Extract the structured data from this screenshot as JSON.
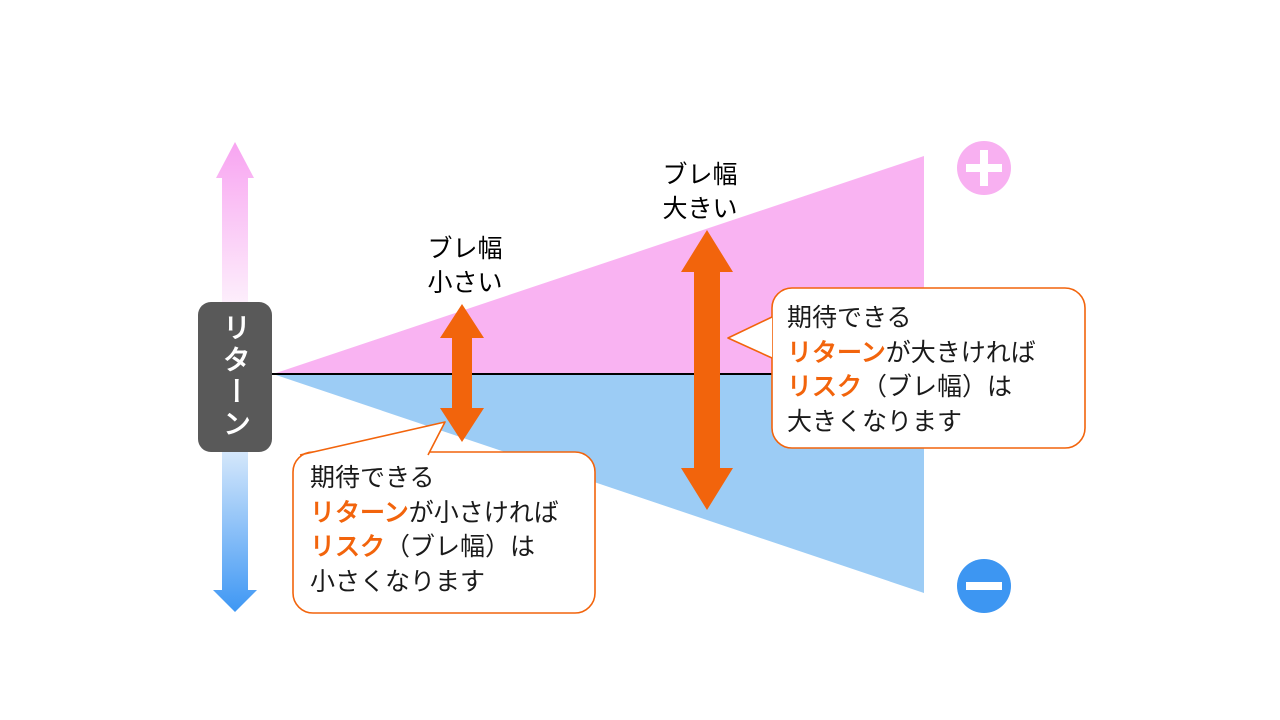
{
  "colors": {
    "white": "#ffffff",
    "pink_triangle": "#F9B3F2",
    "blue_triangle": "#9CCCF5",
    "orange": "#F2640C",
    "dark_gray": "#595959",
    "plus_circle": "#F8B0F1",
    "minus_circle": "#3D96F2",
    "line_black": "#000000",
    "up_arrow_top": "#F8A4F1",
    "up_arrow_bottom": "#FDF1FC",
    "down_arrow_top": "#D8E9FB",
    "down_arrow_bottom": "#3E97F4"
  },
  "axis": {
    "label": "リターン",
    "plus_icon": "+",
    "minus_icon": "−"
  },
  "fluctuation_labels": {
    "small": {
      "line1": "ブレ幅",
      "line2": "小さい"
    },
    "large": {
      "line1": "ブレ幅",
      "line2": "大きい"
    }
  },
  "callouts": {
    "left": {
      "line1": "期待できる",
      "line2_em": "リターン",
      "line2_rest": "が小さければ",
      "line3_em": "リスク",
      "line3_rest": "（ブレ幅）は",
      "line4": "小さくなります"
    },
    "right": {
      "line1": "期待できる",
      "line2_em": "リターン",
      "line2_rest": "が大きければ",
      "line3_em": "リスク",
      "line3_rest": "（ブレ幅）は",
      "line4": "大きくなります"
    }
  }
}
